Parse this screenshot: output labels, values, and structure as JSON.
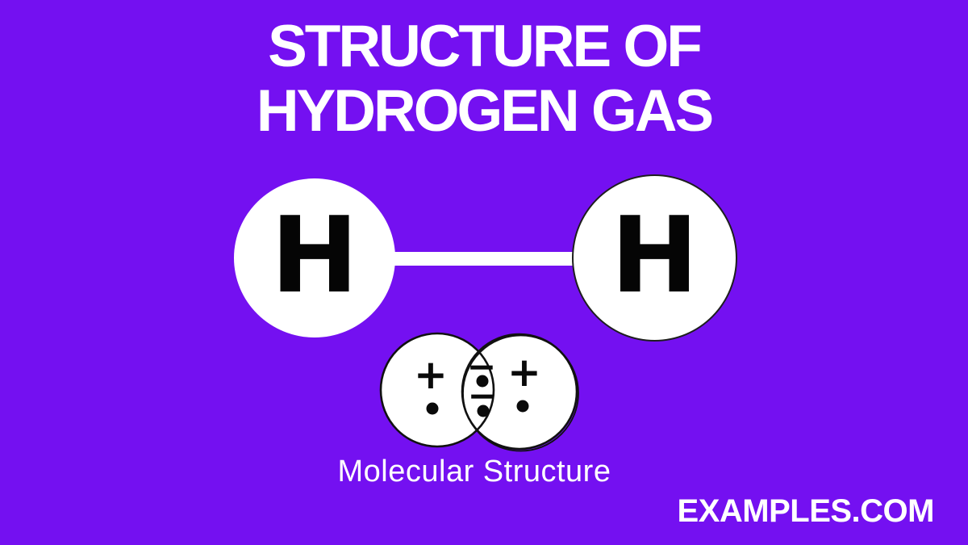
{
  "colors": {
    "background": "#7410F1",
    "atom_fill": "#FFFFFF",
    "outline": "#111111",
    "symbol": "#0A0A0A",
    "text": "#FFFFFF"
  },
  "title": {
    "line1": "STRUCTURE OF",
    "line2": "HYDROGEN GAS"
  },
  "molecule": {
    "left_atom_symbol": "H",
    "right_atom_symbol": "H"
  },
  "molecular_structure": {
    "caption": "Molecular Structure",
    "proton_symbols": [
      "+",
      "+"
    ],
    "electron_symbols": [
      "−",
      "−"
    ]
  },
  "watermark": "EXAMPLES.COM"
}
